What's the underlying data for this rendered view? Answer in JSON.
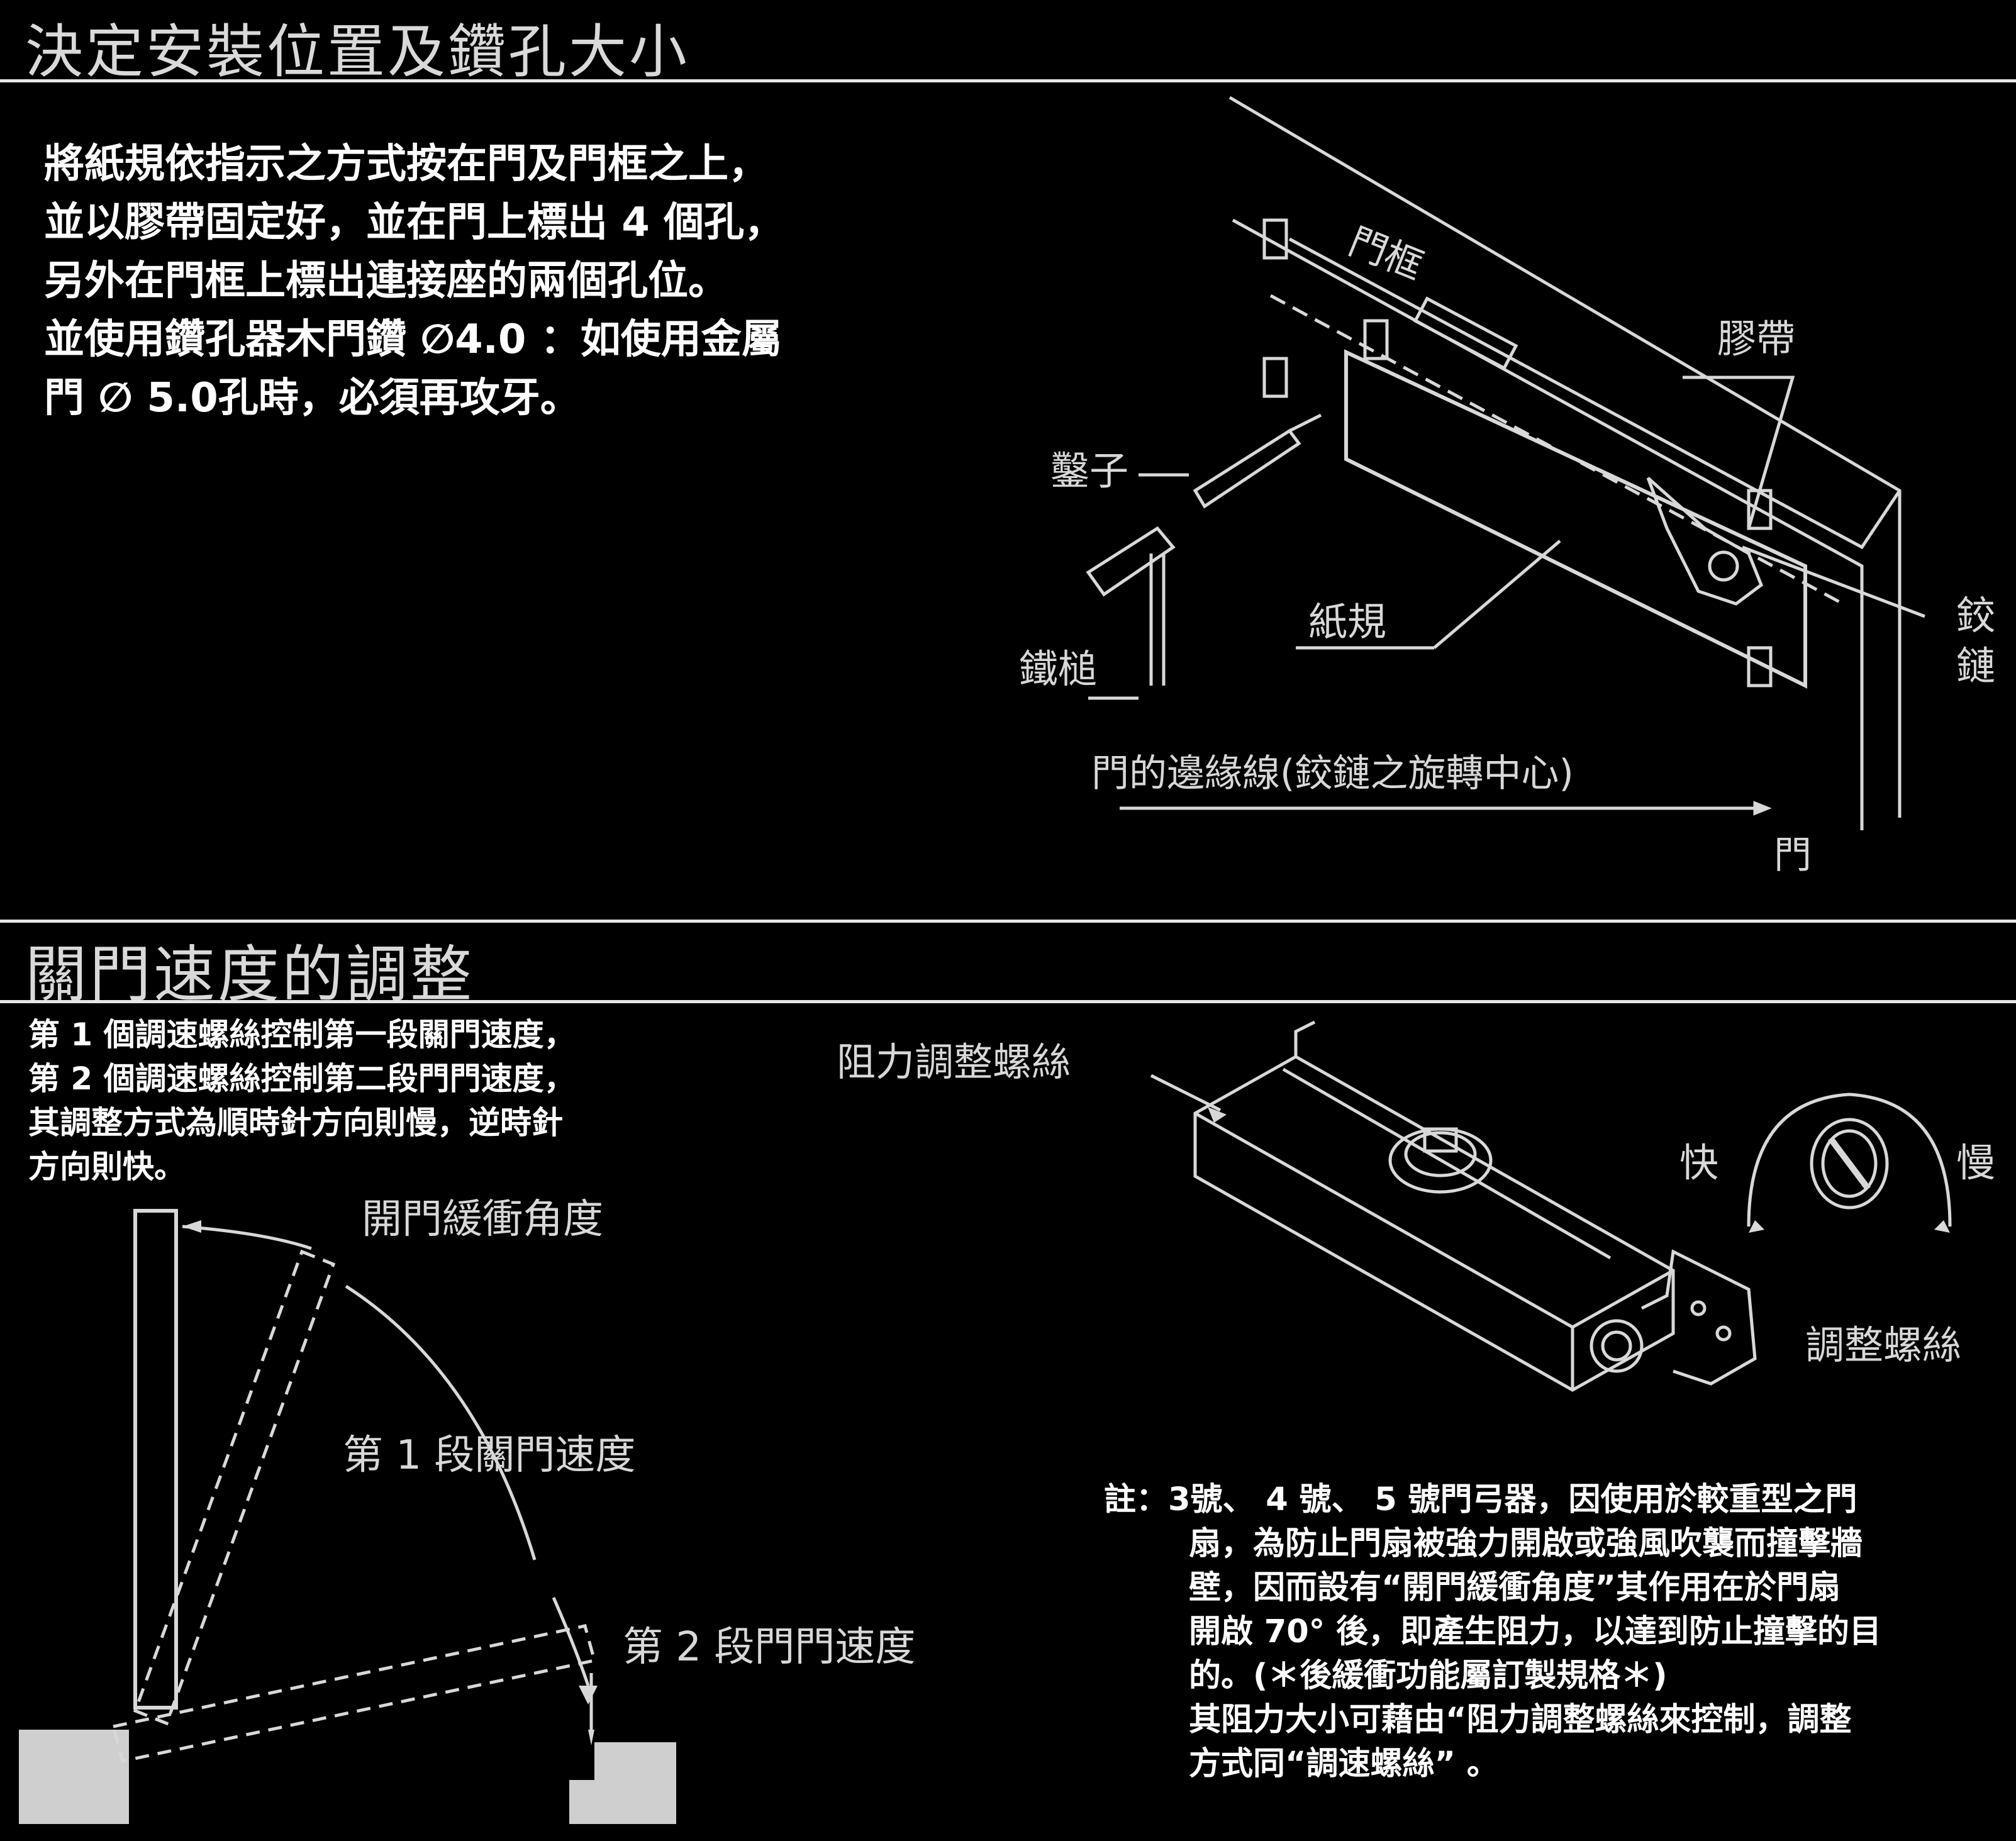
{
  "section1": {
    "title": "決定安裝位置及鑽孔大小",
    "instructions": [
      "將紙規依指示之方式按在門及門框之上，",
      "並以膠帶固定好，並在門上標出 4 個孔，",
      "另外在門框上標出連接座的兩個孔位。",
      "並使用鑽孔器木門鑽 ∅4.0 ：如使用金屬",
      "門 ∅ 5.0孔時，必須再攻牙。"
    ],
    "diagram_labels": {
      "frame": "門框",
      "tape": "膠帶",
      "chisel": "鑿子",
      "hammer": "鐵槌",
      "template": "紙規",
      "hinge": "鉸鏈",
      "edge_line": "門的邊緣線(鉸鏈之旋轉中心)",
      "door": "門"
    }
  },
  "section2": {
    "title": "關門速度的調整",
    "instructions": [
      "第 1 個調速螺絲控制第一段關門速度，",
      "第 2 個調速螺絲控制第二段門門速度，",
      "其調整方式為順時針方向則慢，逆時針",
      "方向則快。"
    ],
    "door_labels": {
      "buffer_angle": "開門緩衝角度",
      "stage1": "第 1 段關門速度",
      "stage2": "第 2 段門門速度"
    },
    "closer_labels": {
      "resistance_screw": "阻力調整螺絲",
      "fast": "快",
      "slow": "慢",
      "adjust_screw": "調整螺絲"
    },
    "note": {
      "prefix": "註：",
      "lines": [
        "3號、 4 號、 5 號門弓器，因使用於較重型之門",
        "扇，為防止門扇被強力開啟或強風吹襲而撞擊牆",
        "壁，因而設有“開門緩衝角度”其作用在於門扇",
        "開啟 70°  後，即產生阻力，以達到防止撞擊的目",
        "的。(＊後緩衝功能屬訂製規格＊)",
        "其阻力大小可藉由“阻力調整螺絲來控制，調整",
        "方式同“調速螺絲” 。"
      ]
    }
  },
  "colors": {
    "background": "#000000",
    "text": "#ffffff",
    "line_art": "#d8d8d8",
    "ground": "#cfcfcf"
  }
}
